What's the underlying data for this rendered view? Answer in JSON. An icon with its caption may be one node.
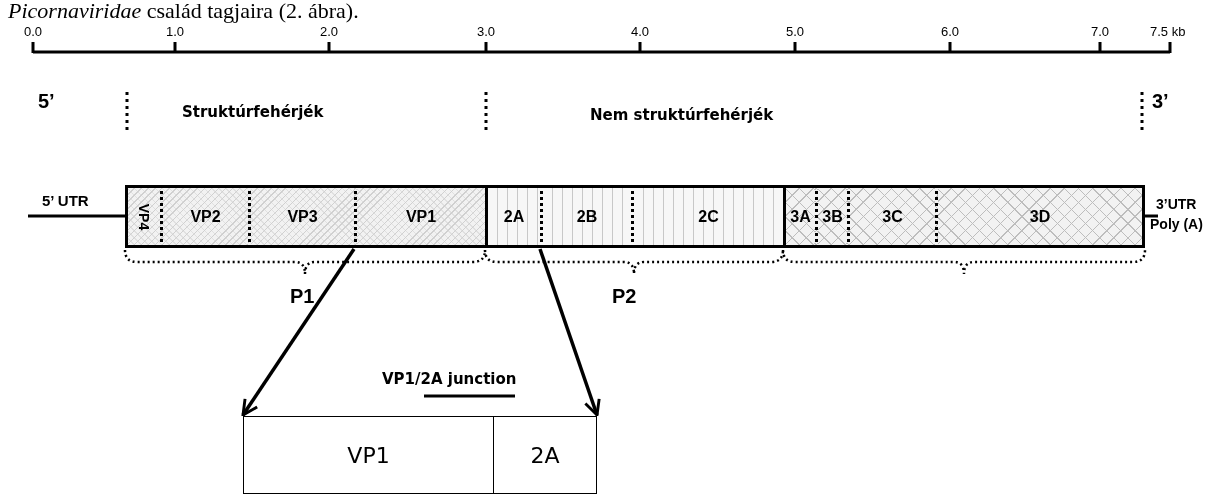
{
  "diagram": {
    "nodes": [
      {
        "text": [
          "VP4"
        ]
      },
      {
        "text": [
          "VP2"
        ]
      },
      {
        "text": [
          "VP3"
        ]
      },
      {
        "text": [
          "VP1"
        ]
      },
      {
        "text": [
          "2A"
        ]
      },
      {
        "text": [
          "2B"
        ]
      },
      {
        "text": [
          "2C"
        ]
      },
      {
        "text": [
          "3A"
        ]
      },
      {
        "text": [
          "3B"
        ]
      },
      {
        "text": [
          "3C"
        ]
      },
      {
        "text": [
          "3D"
        ]
      },
      {
        "text": [
          "VP1"
        ]
      },
      {
        "text": [
          "2A"
        ]
      }
    ],
    "edges": [
      {
        "from": 3,
        "to": 11,
        "arrow": "to"
      },
      {
        "from": 4,
        "to": 12,
        "arrow": "to"
      }
    ],
    "labels": [
      "*Picornaviridae* család tagjaira (2. ábra).",
      "0.0",
      "1.0",
      "2.0",
      "3.0",
      "4.0",
      "5.0",
      "6.0",
      "7.0",
      "7.5 kb",
      "5’",
      "Struktúrfehérjék",
      "Nem struktúrfehérjék",
      "3’",
      "5’ UTR",
      "3’UTR",
      "Poly (A)",
      "P1",
      "P2",
      "VP1/2A junction"
    ]
  }
}
